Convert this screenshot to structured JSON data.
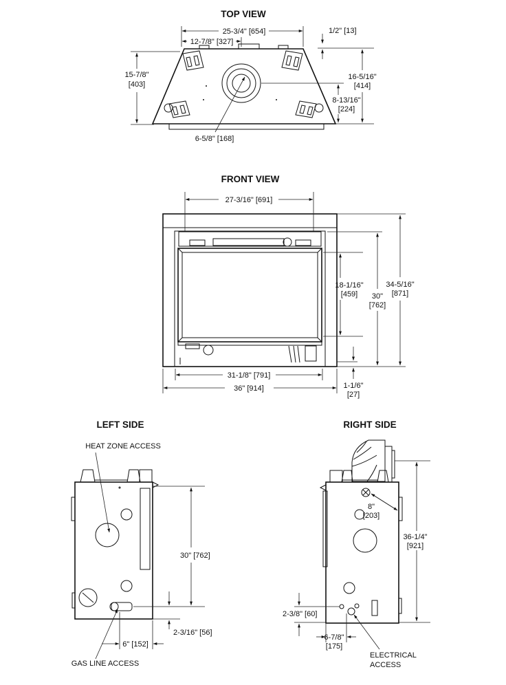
{
  "views": {
    "top": {
      "title": "TOP VIEW",
      "dims": {
        "overall_width": "25-3/4\" [654]",
        "half_width": "12-7/8\" [327]",
        "offset_in": "1/2\" [13]",
        "depth_left_in": "15-7/8\"",
        "depth_left_mm": "[403]",
        "depth_right_in": "16-5/16\"",
        "depth_right_mm": "[414]",
        "flue_depth_in": "8-13/16\"",
        "flue_depth_mm": "[224]",
        "flue_diameter": "6-5/8\" [168]"
      }
    },
    "front": {
      "title": "FRONT VIEW",
      "dims": {
        "opening_width": "27-3/16\" [691]",
        "glass_height_in": "18-1/16\"",
        "glass_height_mm": "[459]",
        "frame_height_in": "30\"",
        "frame_height_mm": "[762]",
        "overall_height_in": "34-5/16\"",
        "overall_height_mm": "[871]",
        "inner_width": "31-1/8\" [791]",
        "overall_width": "36\" [914]",
        "base_in": "1-1/6\"",
        "base_mm": "[27]"
      }
    },
    "left": {
      "title": "LEFT SIDE",
      "labels": {
        "heat_zone": "HEAT ZONE ACCESS",
        "gas_line": "GAS LINE ACCESS"
      },
      "dims": {
        "height": "30\" [762]",
        "gas_height": "2-3/16\" [56]",
        "gas_offset": "6\" [152]"
      }
    },
    "right": {
      "title": "RIGHT SIDE",
      "labels": {
        "electrical_1": "ELECTRICAL",
        "electrical_2": "ACCESS"
      },
      "dims": {
        "flue_in": "8\"",
        "flue_mm": "[203]",
        "overall_in": "36-1/4\"",
        "overall_mm": "[921]",
        "elec_height": "2-3/8\" [60]",
        "elec_offset_in": "6-7/8\"",
        "elec_offset_mm": "[175]"
      }
    }
  }
}
